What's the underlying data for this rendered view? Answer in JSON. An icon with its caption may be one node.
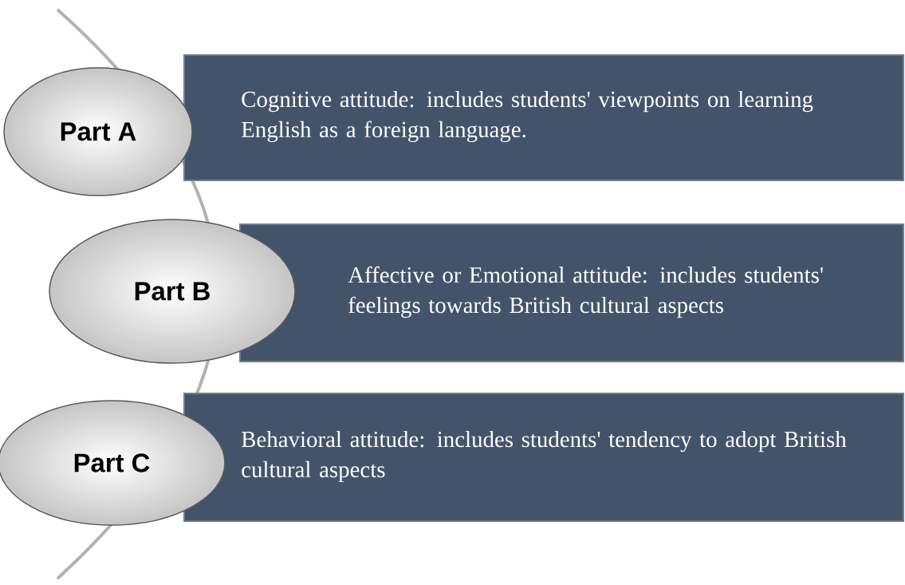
{
  "diagram": {
    "nodes": [
      {
        "text": [
          "Part A"
        ]
      },
      {
        "text": [
          "Cognitive attitude: includes students' viewpoints on learning English as a foreign language."
        ]
      },
      {
        "text": [
          "Part B"
        ]
      },
      {
        "text": [
          "Affective or Emotional attitude: includes students' feelings towards British cultural aspects"
        ]
      },
      {
        "text": [
          "Part C"
        ]
      },
      {
        "text": [
          "Behavioral attitude: includes students' tendency to adopt British cultural aspects"
        ]
      }
    ]
  }
}
